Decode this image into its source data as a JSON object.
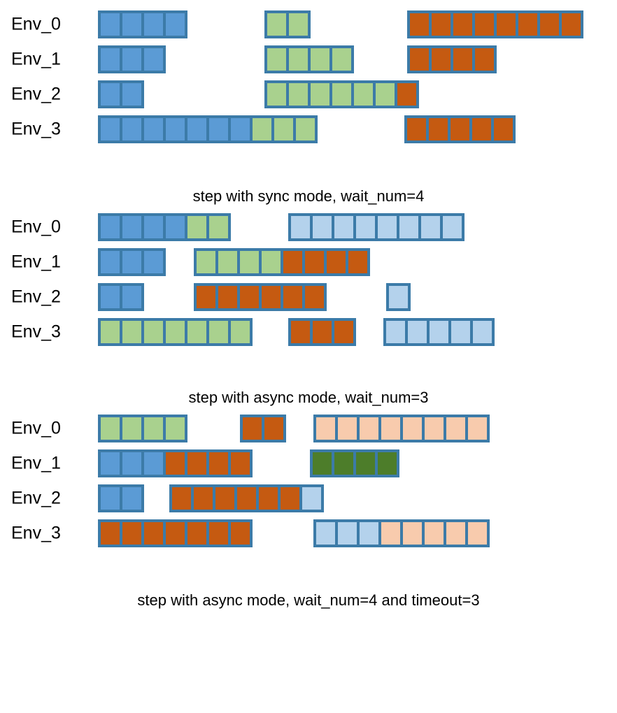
{
  "figure": {
    "title": "",
    "env_labels": [
      "Env_0",
      "Env_1",
      "Env_2",
      "Env_3"
    ],
    "colors": {
      "blue": "#5b9bd5",
      "green": "#a9d18e",
      "orange": "#c55a11",
      "lightblue": "#b4d2ec",
      "lightorange": "#f8cbad",
      "darkgreen": "#4d7d2a",
      "border": "#3c7ba8"
    }
  },
  "chart_data": [
    {
      "type": "bar",
      "title": "step with sync mode, wait_num=4",
      "xlabel": "",
      "ylabel": "",
      "categories": [
        "Env_0",
        "Env_1",
        "Env_2",
        "Env_3"
      ],
      "rows": [
        {
          "env": "Env_0",
          "groups": [
            {
              "start": 140,
              "cells": [
                {
                  "color": "blue"
                },
                {
                  "color": "blue"
                },
                {
                  "color": "blue"
                },
                {
                  "color": "blue"
                }
              ]
            },
            {
              "start": 378,
              "cells": [
                {
                  "color": "green"
                },
                {
                  "color": "green"
                }
              ]
            },
            {
              "start": 582,
              "cells": [
                {
                  "color": "orange"
                },
                {
                  "color": "orange"
                },
                {
                  "color": "orange"
                },
                {
                  "color": "orange"
                },
                {
                  "color": "orange"
                },
                {
                  "color": "orange"
                },
                {
                  "color": "orange"
                },
                {
                  "color": "orange"
                }
              ]
            }
          ]
        },
        {
          "env": "Env_1",
          "groups": [
            {
              "start": 140,
              "cells": [
                {
                  "color": "blue"
                },
                {
                  "color": "blue"
                },
                {
                  "color": "blue"
                }
              ]
            },
            {
              "start": 378,
              "cells": [
                {
                  "color": "green"
                },
                {
                  "color": "green"
                },
                {
                  "color": "green"
                },
                {
                  "color": "green"
                }
              ]
            },
            {
              "start": 582,
              "cells": [
                {
                  "color": "orange"
                },
                {
                  "color": "orange"
                },
                {
                  "color": "orange"
                },
                {
                  "color": "orange"
                }
              ]
            }
          ]
        },
        {
          "env": "Env_2",
          "groups": [
            {
              "start": 140,
              "cells": [
                {
                  "color": "blue"
                },
                {
                  "color": "blue"
                }
              ]
            },
            {
              "start": 378,
              "cells": [
                {
                  "color": "green"
                },
                {
                  "color": "green"
                },
                {
                  "color": "green"
                },
                {
                  "color": "green"
                },
                {
                  "color": "green"
                },
                {
                  "color": "green"
                },
                {
                  "color": "orange"
                }
              ]
            }
          ]
        },
        {
          "env": "Env_3",
          "groups": [
            {
              "start": 140,
              "cells": [
                {
                  "color": "blue"
                },
                {
                  "color": "blue"
                },
                {
                  "color": "blue"
                },
                {
                  "color": "blue"
                },
                {
                  "color": "blue"
                },
                {
                  "color": "blue"
                },
                {
                  "color": "blue"
                },
                {
                  "color": "green"
                },
                {
                  "color": "green"
                },
                {
                  "color": "green"
                }
              ]
            },
            {
              "start": 578,
              "cells": [
                {
                  "color": "orange"
                },
                {
                  "color": "orange"
                },
                {
                  "color": "orange"
                },
                {
                  "color": "orange"
                },
                {
                  "color": "orange"
                }
              ]
            }
          ]
        }
      ]
    },
    {
      "type": "bar",
      "title": "step with async mode, wait_num=3",
      "xlabel": "",
      "ylabel": "",
      "categories": [
        "Env_0",
        "Env_1",
        "Env_2",
        "Env_3"
      ],
      "rows": [
        {
          "env": "Env_0",
          "groups": [
            {
              "start": 140,
              "cells": [
                {
                  "color": "blue"
                },
                {
                  "color": "blue"
                },
                {
                  "color": "blue"
                },
                {
                  "color": "blue"
                },
                {
                  "color": "green"
                },
                {
                  "color": "green"
                }
              ]
            },
            {
              "start": 412,
              "cells": [
                {
                  "color": "lightblue"
                },
                {
                  "color": "lightblue"
                },
                {
                  "color": "lightblue"
                },
                {
                  "color": "lightblue"
                },
                {
                  "color": "lightblue"
                },
                {
                  "color": "lightblue"
                },
                {
                  "color": "lightblue"
                },
                {
                  "color": "lightblue"
                }
              ]
            }
          ]
        },
        {
          "env": "Env_1",
          "groups": [
            {
              "start": 140,
              "cells": [
                {
                  "color": "blue"
                },
                {
                  "color": "blue"
                },
                {
                  "color": "blue"
                }
              ]
            },
            {
              "start": 277,
              "cells": [
                {
                  "color": "green"
                },
                {
                  "color": "green"
                },
                {
                  "color": "green"
                },
                {
                  "color": "green"
                },
                {
                  "color": "orange"
                },
                {
                  "color": "orange"
                },
                {
                  "color": "orange"
                },
                {
                  "color": "orange"
                }
              ]
            }
          ]
        },
        {
          "env": "Env_2",
          "groups": [
            {
              "start": 140,
              "cells": [
                {
                  "color": "blue"
                },
                {
                  "color": "blue"
                }
              ]
            },
            {
              "start": 277,
              "cells": [
                {
                  "color": "orange"
                },
                {
                  "color": "orange"
                },
                {
                  "color": "orange"
                },
                {
                  "color": "orange"
                },
                {
                  "color": "orange"
                },
                {
                  "color": "orange"
                }
              ]
            },
            {
              "start": 552,
              "cells": [
                {
                  "color": "lightblue"
                }
              ]
            }
          ]
        },
        {
          "env": "Env_3",
          "groups": [
            {
              "start": 140,
              "cells": [
                {
                  "color": "green"
                },
                {
                  "color": "green"
                },
                {
                  "color": "green"
                },
                {
                  "color": "green"
                },
                {
                  "color": "green"
                },
                {
                  "color": "green"
                },
                {
                  "color": "green"
                }
              ]
            },
            {
              "start": 412,
              "cells": [
                {
                  "color": "orange"
                },
                {
                  "color": "orange"
                },
                {
                  "color": "orange"
                }
              ]
            },
            {
              "start": 548,
              "cells": [
                {
                  "color": "lightblue"
                },
                {
                  "color": "lightblue"
                },
                {
                  "color": "lightblue"
                },
                {
                  "color": "lightblue"
                },
                {
                  "color": "lightblue"
                }
              ]
            }
          ]
        }
      ]
    },
    {
      "type": "bar",
      "title": "step with async mode, wait_num=4 and timeout=3",
      "xlabel": "",
      "ylabel": "",
      "categories": [
        "Env_0",
        "Env_1",
        "Env_2",
        "Env_3"
      ],
      "rows": [
        {
          "env": "Env_0",
          "groups": [
            {
              "start": 140,
              "cells": [
                {
                  "color": "green"
                },
                {
                  "color": "green"
                },
                {
                  "color": "green"
                },
                {
                  "color": "green"
                }
              ]
            },
            {
              "start": 343,
              "cells": [
                {
                  "color": "orange"
                },
                {
                  "color": "orange"
                }
              ]
            },
            {
              "start": 448,
              "cells": [
                {
                  "color": "lightorange"
                },
                {
                  "color": "lightorange"
                },
                {
                  "color": "lightorange"
                },
                {
                  "color": "lightorange"
                },
                {
                  "color": "lightorange"
                },
                {
                  "color": "lightorange"
                },
                {
                  "color": "lightorange"
                },
                {
                  "color": "lightorange"
                }
              ]
            }
          ]
        },
        {
          "env": "Env_1",
          "groups": [
            {
              "start": 140,
              "cells": [
                {
                  "color": "blue"
                },
                {
                  "color": "blue"
                },
                {
                  "color": "blue"
                },
                {
                  "color": "orange"
                },
                {
                  "color": "orange"
                },
                {
                  "color": "orange"
                },
                {
                  "color": "orange"
                }
              ]
            },
            {
              "start": 443,
              "cells": [
                {
                  "color": "darkgreen"
                },
                {
                  "color": "darkgreen"
                },
                {
                  "color": "darkgreen"
                },
                {
                  "color": "darkgreen"
                }
              ]
            }
          ]
        },
        {
          "env": "Env_2",
          "groups": [
            {
              "start": 140,
              "cells": [
                {
                  "color": "blue"
                },
                {
                  "color": "blue"
                }
              ]
            },
            {
              "start": 242,
              "cells": [
                {
                  "color": "orange"
                },
                {
                  "color": "orange"
                },
                {
                  "color": "orange"
                },
                {
                  "color": "orange"
                },
                {
                  "color": "orange"
                },
                {
                  "color": "orange"
                },
                {
                  "color": "lightblue"
                }
              ]
            }
          ]
        },
        {
          "env": "Env_3",
          "groups": [
            {
              "start": 140,
              "cells": [
                {
                  "color": "orange"
                },
                {
                  "color": "orange"
                },
                {
                  "color": "orange"
                },
                {
                  "color": "orange"
                },
                {
                  "color": "orange"
                },
                {
                  "color": "orange"
                },
                {
                  "color": "orange"
                }
              ]
            },
            {
              "start": 448,
              "cells": [
                {
                  "color": "lightblue"
                },
                {
                  "color": "lightblue"
                },
                {
                  "color": "lightblue"
                },
                {
                  "color": "lightorange"
                },
                {
                  "color": "lightorange"
                },
                {
                  "color": "lightorange"
                },
                {
                  "color": "lightorange"
                },
                {
                  "color": "lightorange"
                }
              ]
            }
          ]
        }
      ]
    }
  ]
}
